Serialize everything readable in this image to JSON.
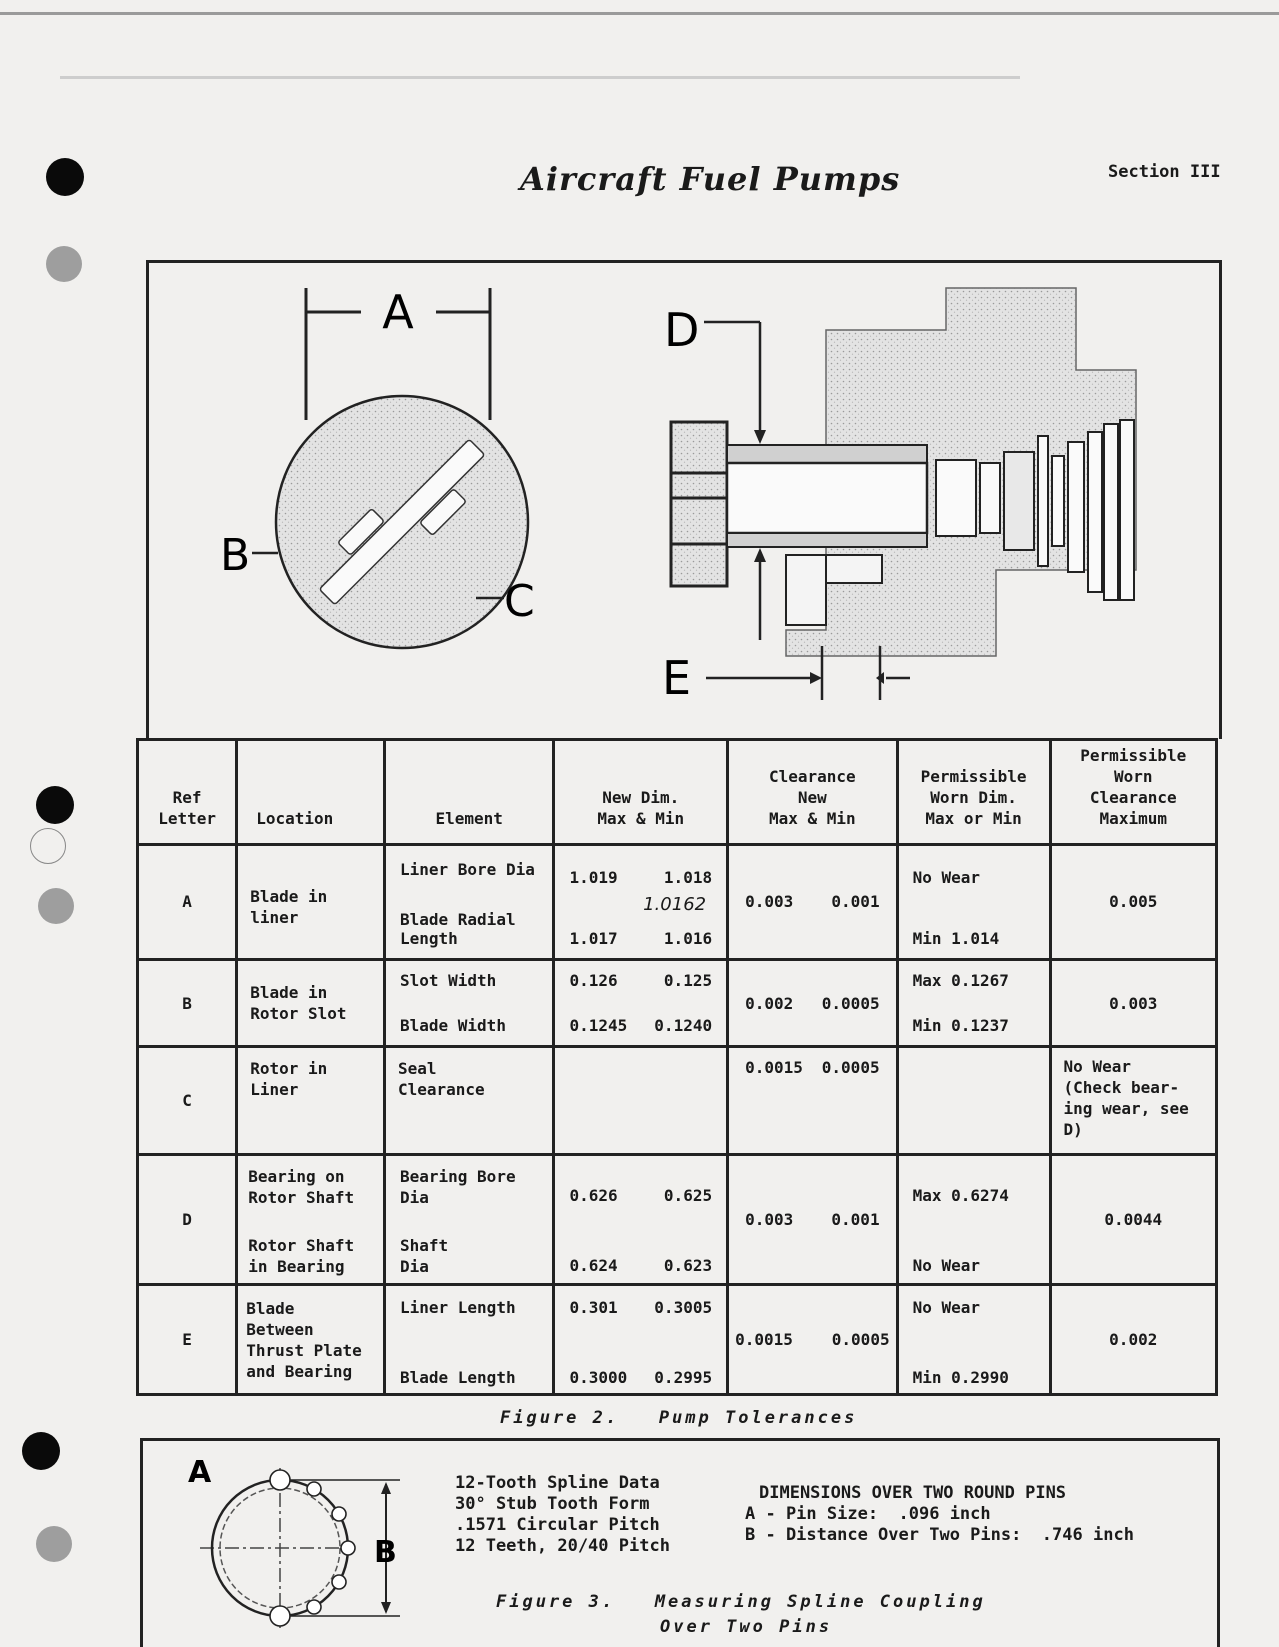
{
  "header": {
    "title": "Aircraft Fuel Pumps",
    "section": "Section III"
  },
  "figure2": {
    "diagram_labels": {
      "a": "A",
      "b": "B",
      "c": "C",
      "d": "D",
      "e": "E"
    },
    "table": {
      "headers": {
        "ref": "Ref\nLetter",
        "location": "Location",
        "element": "Element",
        "new_dim": "New Dim.\nMax & Min",
        "clearance_new": "Clearance\nNew\nMax & Min",
        "perm_worn_dim": "Permissible\nWorn Dim.\nMax or Min",
        "perm_worn_clearance": "Permissible\nWorn\nClearance\nMaximum"
      },
      "rows": [
        {
          "ref": "A",
          "location": "Blade in\nliner",
          "element_1": "Liner Bore Dia",
          "element_2": "Blade Radial\nLength",
          "new_1_max": "1.019",
          "new_1_min": "1.018",
          "new_2_max": "1.017",
          "new_2_min": "1.016",
          "handwritten": "1.0162",
          "clear_max": "0.003",
          "clear_min": "0.001",
          "worn_1": "No Wear",
          "worn_2": "Min 1.014",
          "worn_clearance": "0.005"
        },
        {
          "ref": "B",
          "location": "Blade in\nRotor Slot",
          "element_1": "Slot Width",
          "element_2": "Blade Width",
          "new_1_max": "0.126",
          "new_1_min": "0.125",
          "new_2_max": "0.1245",
          "new_2_min": "0.1240",
          "clear_max": "0.002",
          "clear_min": "0.0005",
          "worn_1": "Max 0.1267",
          "worn_2": "Min 0.1237",
          "worn_clearance": "0.003"
        },
        {
          "ref": "C",
          "location": "Rotor in\nLiner",
          "element_1": "Seal\nClearance",
          "clear_max": "0.0015",
          "clear_min": "0.0005",
          "worn_clearance": "No Wear\n(Check bear-\ning wear, see\nD)"
        },
        {
          "ref": "D",
          "location_1": "Bearing on\nRotor Shaft",
          "location_2": "Rotor Shaft\nin Bearing",
          "element_1": "Bearing Bore\nDia",
          "element_2": "Shaft\nDia",
          "new_1_max": "0.626",
          "new_1_min": "0.625",
          "new_2_max": "0.624",
          "new_2_min": "0.623",
          "clear_max": "0.003",
          "clear_min": "0.001",
          "worn_1": "Max 0.6274",
          "worn_2": "No Wear",
          "worn_clearance": "0.0044"
        },
        {
          "ref": "E",
          "location": "Blade\nBetween\nThrust Plate\nand Bearing",
          "element_1": "Liner Length",
          "element_2": "Blade Length",
          "new_1_max": "0.301",
          "new_1_min": "0.3005",
          "new_2_max": "0.3000",
          "new_2_min": "0.2995",
          "clear_max": "0.0015",
          "clear_min": "0.0005",
          "worn_1": "No Wear",
          "worn_2": "Min 0.2990",
          "worn_clearance": "0.002"
        }
      ]
    },
    "caption": "Figure 2.   Pump Tolerances"
  },
  "figure3": {
    "diagram_labels": {
      "a": "A",
      "b": "B"
    },
    "spline_data": [
      "12-Tooth Spline Data",
      "30° Stub Tooth Form",
      ".1571 Circular Pitch",
      "12 Teeth, 20/40 Pitch"
    ],
    "pins_title": "DIMENSIONS OVER TWO ROUND PINS",
    "pins_lines": [
      "A - Pin Size:  .096 inch",
      "B - Distance Over Two Pins:  .746 inch"
    ],
    "caption_1": "Figure 3.   Measuring Spline Coupling",
    "caption_2": "Over Two Pins"
  }
}
